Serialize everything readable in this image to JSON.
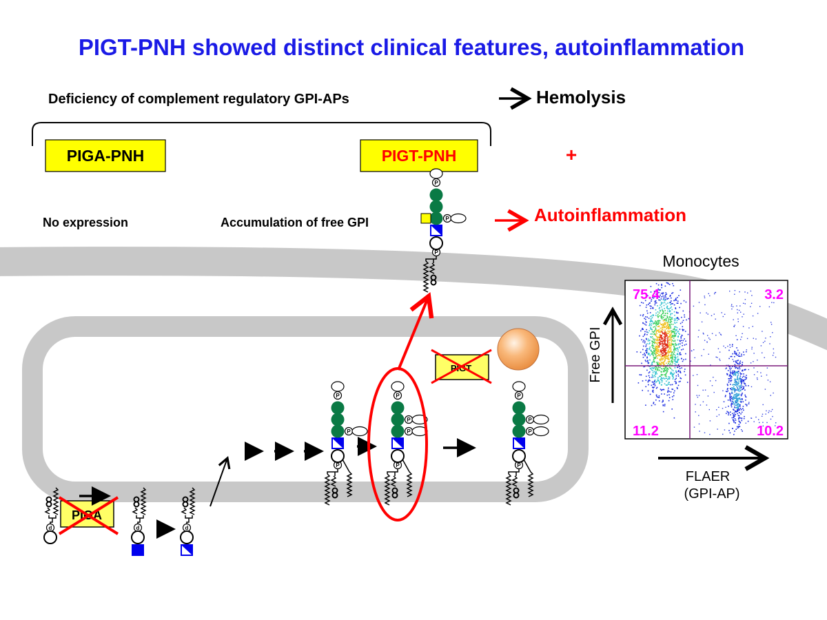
{
  "title": "PIGT-PNH showed distinct clinical features, autoinflammation",
  "top": {
    "deficiency_label": "Deficiency of complement regulatory GPI-APs",
    "hemolysis_label": "Hemolysis",
    "piga_pnh_label": "PIGA-PNH",
    "pigt_pnh_label": "PIGT-PNH",
    "plus_sign": "+",
    "no_expression_label": "No expression",
    "accumulation_label": "Accumulation of free GPI",
    "autoinflammation_label": "Autoinflammation"
  },
  "cell": {
    "piga_enzyme_label": "PIGA",
    "pigt_enzyme_label": "PIGT",
    "phosphate_label": "P",
    "inositol_label": "d"
  },
  "flow_plot": {
    "title": "Monocytes",
    "y_label": "Free GPI",
    "x_label_line1": "FLAER",
    "x_label_line2": "(GPI-AP)",
    "quadrants": {
      "upper_left": "75.4",
      "upper_right": "3.2",
      "lower_left": "11.2",
      "lower_right": "10.2"
    }
  },
  "colors": {
    "title": "#1a1ae6",
    "red": "#ff0000",
    "highlight_box": "#ffff44",
    "mannose": "#0a7a45",
    "glucosamine": "#0000ee",
    "membrane": "#c8c8c8",
    "quadrant_value": "#ff00ff",
    "quadrant_line": "#7a1a7a"
  }
}
